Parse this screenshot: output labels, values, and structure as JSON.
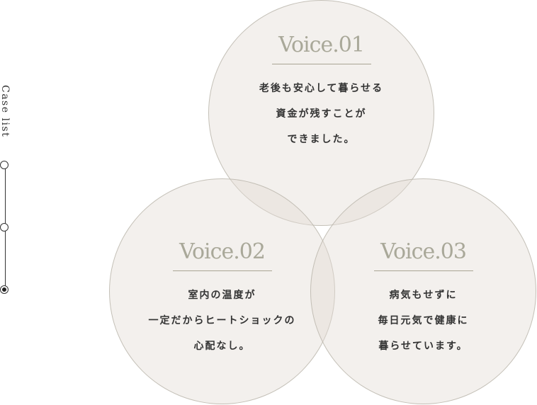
{
  "side_nav": {
    "label": "Case list",
    "items": [
      {
        "index": 1,
        "active": false
      },
      {
        "index": 2,
        "active": false
      },
      {
        "index": 3,
        "active": true
      }
    ],
    "line_color": "#333333"
  },
  "voices": [
    {
      "title": "Voice.01",
      "lines": [
        "老後も安心して暮らせる",
        "資金が残すことが",
        "できました。"
      ]
    },
    {
      "title": "Voice.02",
      "lines": [
        "室内の温度が",
        "一定だからヒートショックの",
        "心配なし。"
      ]
    },
    {
      "title": "Voice.03",
      "lines": [
        "病気もせずに",
        "毎日元気で健康に",
        "暮らせています。"
      ]
    }
  ],
  "colors": {
    "circle_fill": "#f3f0ec",
    "overlap_fill": "#e7e3dd",
    "circle_border": "#c9c6bd",
    "title": "#a9a899",
    "rule": "#a9a594",
    "text": "#333333"
  }
}
